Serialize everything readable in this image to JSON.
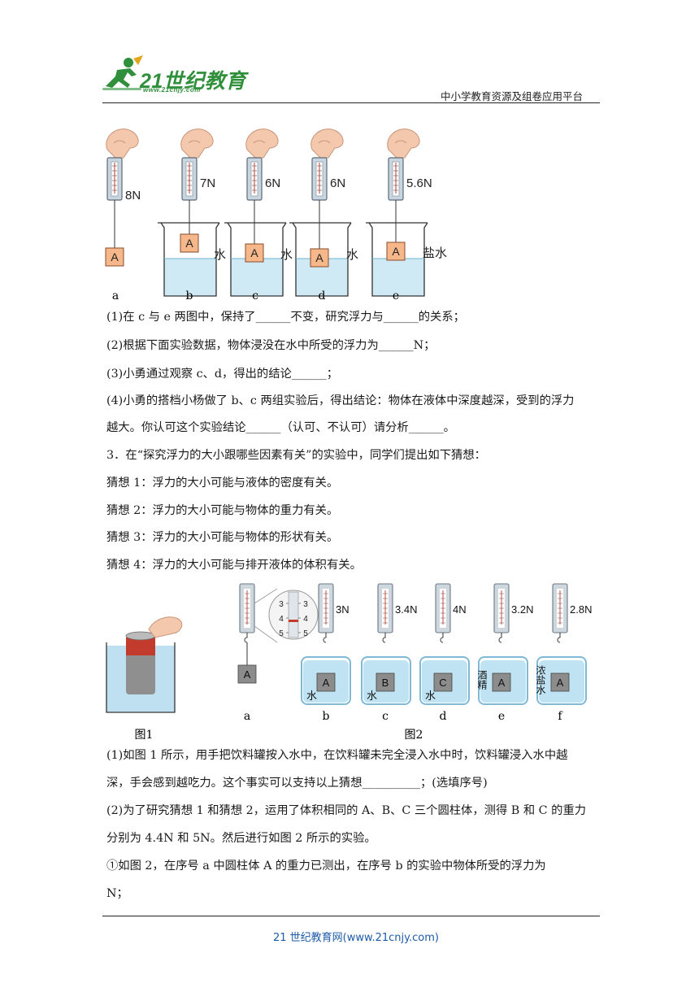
{
  "header": {
    "logo_text": "21世纪教育",
    "logo_url": "www.21cnjy.com",
    "platform": "中小学教育资源及组卷应用平台"
  },
  "figure_top": {
    "readings": [
      "8N",
      "7N",
      "6N",
      "6N",
      "5.6N"
    ],
    "block_label": "A",
    "liquids": [
      "水",
      "水",
      "水",
      "盐水"
    ],
    "captions": [
      "a",
      "b",
      "c",
      "d",
      "e"
    ]
  },
  "lines": {
    "q1": "(1)在 c 与 e 两图中，保持了______不变，研究浮力与______的关系；",
    "q2": "(2)根据下面实验数据，物体浸没在水中所受的浮力为______N；",
    "q3": "(3)小勇通过观察 c、d，得出的结论______；",
    "q4a": "(4)小勇的搭档小杨做了 b、c 两组实验后，得出结论：物体在液体中深度越深，受到的浮力",
    "q4b": "越大。你认可这个实验结论______（认可、不认可）请分析______。",
    "p3": "3．在“探究浮力的大小跟哪些因素有关”的实验中，同学们提出如下猜想：",
    "g1": "猜想 1：浮力的大小可能与液体的密度有关。",
    "g2": "猜想 2：浮力的大小可能与物体的重力有关。",
    "g3": "猜想 3：浮力的大小可能与物体的形状有关。",
    "g4": "猜想 4：浮力的大小可能与排开液体的体积有关。",
    "s1a": "(1)如图 1 所示，用手把饮料罐按入水中，在饮料罐未完全浸入水中时，饮料罐浸入水中越",
    "s1b": "深，手会感到越吃力。这个事实可以支持以上猜想__________；(选填序号)",
    "s2a": "(2)为了研究猜想 1 和猜想 2，运用了体积相同的 A、B、C 三个圆柱体，测得 B 和 C 的重力",
    "s2b": "分别为 4.4N 和 5N。然后进行如图 2 所示的实验。",
    "s3a": "①如图 2，在序号 a 中圆柱体 A 的重力已测出，在序号 b 的实验中物体所受的浮力为",
    "s3b": "N；"
  },
  "figure_bottom": {
    "fig1_caption": "图1",
    "fig2_caption": "图2",
    "scale_ticks": [
      "3",
      "4",
      "5"
    ],
    "readings": [
      "3N",
      "3.4N",
      "4N",
      "3.2N",
      "2.8N"
    ],
    "blocks": [
      "A",
      "A",
      "B",
      "C",
      "A",
      "A"
    ],
    "liquids": [
      "水",
      "水",
      "水",
      "酒精",
      "浓盐水"
    ],
    "captions": [
      "a",
      "b",
      "c",
      "d",
      "e",
      "f"
    ]
  },
  "footer": {
    "text": "21 世纪教育网(www.21cnjy.com)"
  }
}
